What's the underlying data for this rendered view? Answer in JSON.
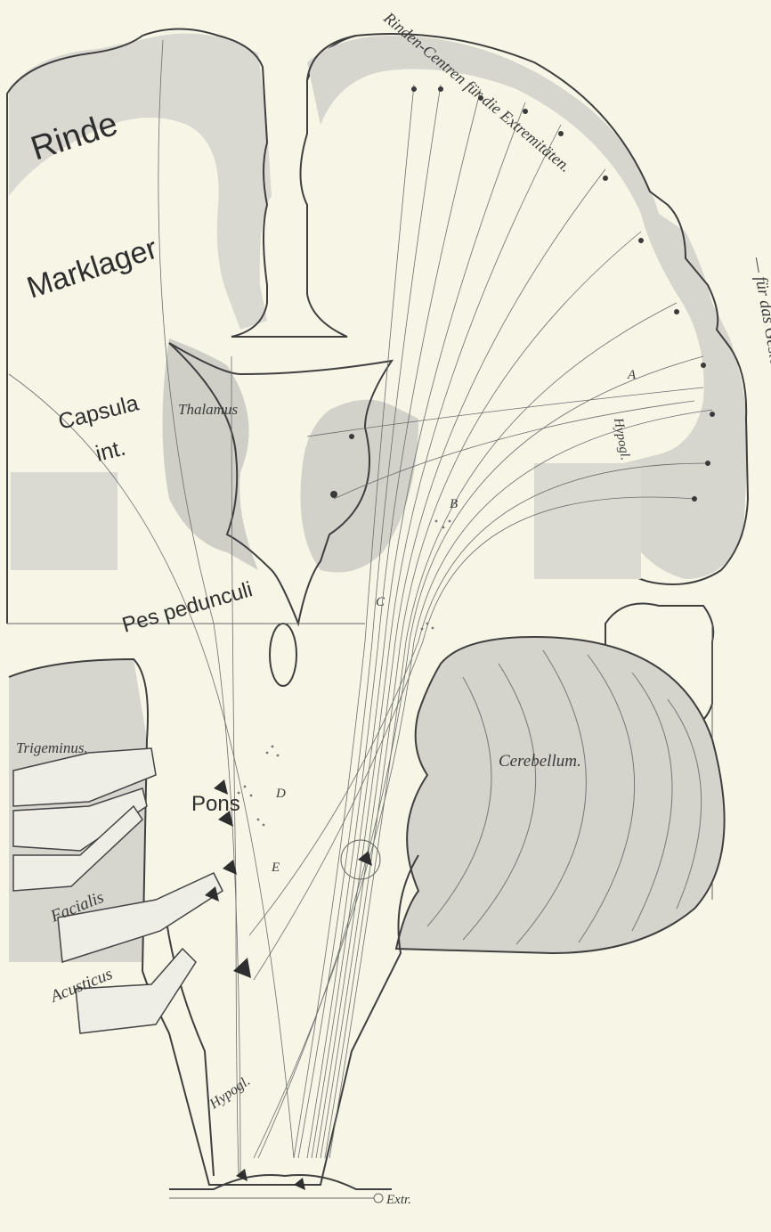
{
  "figure": {
    "labels": {
      "rinde": "Rinde",
      "marklager": "Marklager",
      "rinden_centren": "Rinden-Centren für die Extremitäten.",
      "fuer_gesicht": "— für das Gesicht.",
      "thalamus": "Thalamus",
      "capsula": "Capsula",
      "capsula_int": "int.",
      "pes_pedunculi": "Pes pedunculi",
      "hypogl_top": "Hypogl.",
      "cerebellum": "Cerebellum.",
      "trigeminus": "Trigeminus.",
      "pons": "Pons",
      "facialis": "Facialis",
      "acusticus": "Acusticus",
      "hypogl_bottom": "Hypogl.",
      "extr": "Extr.",
      "marker_a": "A",
      "marker_b": "B",
      "marker_c": "C",
      "marker_d": "D",
      "marker_e": "E"
    }
  },
  "colors": {
    "paper": "#f7f5e6",
    "cortex_shade": "#d9d9d2",
    "deep_shade": "#cfcfc8",
    "ink": "#3f3f3f"
  }
}
